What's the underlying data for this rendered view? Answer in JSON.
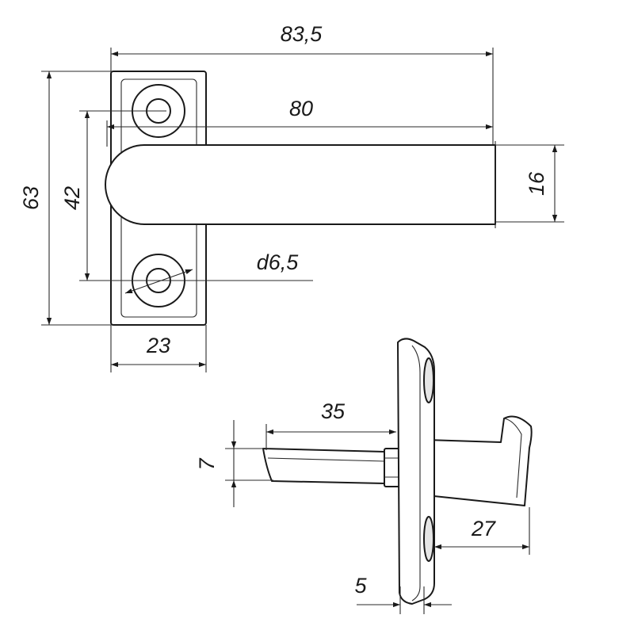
{
  "dimensions": {
    "total_width": "83,5",
    "handle_length": "80",
    "height_overall": "63",
    "hole_spacing": "42",
    "handle_width": "16",
    "hole_diameter": "d6,5",
    "base_width": "23",
    "spindle_length": "35",
    "spindle_size": "7",
    "lever_depth": "27",
    "plate_thickness": "5"
  },
  "colors": {
    "line": "#1a1a1a",
    "background": "#ffffff"
  }
}
